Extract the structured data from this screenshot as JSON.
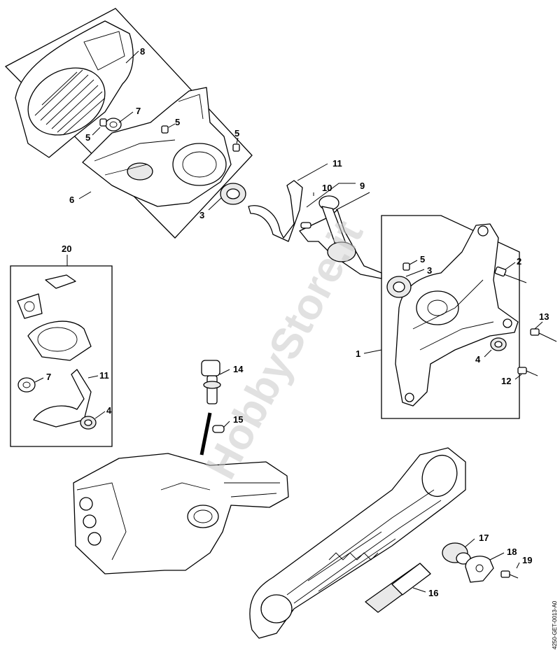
{
  "watermark": "HobbyStore.it",
  "document_code": "4250-GET-0013-A0",
  "callouts": {
    "c1": "1",
    "c2": "2",
    "c3a": "3",
    "c3b": "3",
    "c4a": "4",
    "c4b": "4",
    "c5a": "5",
    "c5b": "5",
    "c5c": "5",
    "c5d": "5",
    "c6": "6",
    "c7a": "7",
    "c7b": "7",
    "c8": "8",
    "c9": "9",
    "c10": "10",
    "c11a": "11",
    "c11b": "11",
    "c12": "12",
    "c13": "13",
    "c14": "14",
    "c15": "15",
    "c16": "16",
    "c17": "17",
    "c18": "18",
    "c19": "19",
    "c20": "20"
  }
}
